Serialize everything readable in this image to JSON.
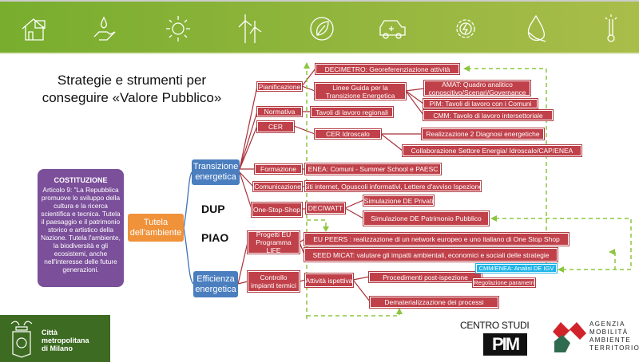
{
  "banner": {
    "icons": [
      "solar-house-icon",
      "hand-water-drop-icon",
      "sun-icon",
      "wind-turbine-icon",
      "leaf-icon",
      "electric-car-icon",
      "gear-bolt-icon",
      "flame-drop-icon",
      "thermometer-icon"
    ]
  },
  "title": {
    "line1": "Strategie e strumenti  per",
    "line2": "conseguire «Valore Pubblico»"
  },
  "costituzione": {
    "heading": "COSTITUZIONE",
    "text": "Articolo 9: \"La Repubblica promuove lo sviluppo della cultura e la ricerca scientifica e tecnica. Tutela il paesaggio e il patrimonio storico e artistico della Nazione. Tutela l'ambiente, la biodiversità e gli ecosistemi, anche nell'interesse delle future generazioni."
  },
  "tutela": "Tutela dell'ambiente",
  "pillars": {
    "transizione": "Transizione energetica",
    "efficienza": "Efficienza energetica",
    "dup": "DUP",
    "piao": "PIAO"
  },
  "level1": {
    "pianificazione": "Pianificazione",
    "normativa": "Normativa",
    "cer": "CER",
    "formazione": "Formazione",
    "comunicazione": "Comunicazione",
    "oss": "One-Stop-Shop",
    "progetti": "Progetti EU Programma LIFE",
    "controllo": "Controllo impianti termici"
  },
  "level2": {
    "decimetro": "DECIMETRO: Georeferenziazione attività",
    "linee": "Linee Guida per la Transizione Energetica",
    "tavoli": "Tavoli di lavoro regionali",
    "cer_idro": "CER Idroscalo",
    "enea": "ENEA: Comuni -  Summer School e PAESC",
    "siti": "Siti internet, Opuscoli informativi, Lettere d'avviso Ispezione",
    "deciwatt": "DECIWATT",
    "peers": "EU PEERS : realizzazione di un network europeo e uno italiano di One Stop Shop",
    "seed": "SEED MICAT: valutare gli impatti ambientali, economici e sociali delle strategie",
    "attivita": "Attività ispettiva"
  },
  "level3": {
    "amat": "AMAT: Quadro analitico conoscitivo/Scenari/Governance",
    "pim": "PIM: Tavoli di lavoro con i Comuni",
    "cmm": "CMM: Tavolo di lavoro intersettoriale",
    "realizz": "Realizzazione 2 Diagnosi energetiche",
    "collab": "Collaborazione Settore Energia/ Idroscalo/CAP/ENEA",
    "sim_priv": "Simulazione DE Privati",
    "sim_pub": "Simulazione DE Patrimonio Pubblico",
    "proc": "Procedimenti post-ispezione",
    "demat": "Dematerializzazione dei processi",
    "cmm_enea": "CMM/ENEA: Analisi DE IGV",
    "regol": "Regolazione parametri"
  },
  "footer": {
    "cmm_logo": "Città metropolitana di Milano",
    "centro_studi": "CENTRO STUDI",
    "pim_logo": "PIM",
    "amat_logo": "AGENZIA MOBILITÀ AMBIENTE TERRITORIO"
  },
  "colors": {
    "red": "#c0414a",
    "blue": "#4a7ebf",
    "purple": "#7b4f9a",
    "orange": "#f0923a",
    "cyan": "#1fb5e8",
    "dash": "#8cc63f"
  }
}
